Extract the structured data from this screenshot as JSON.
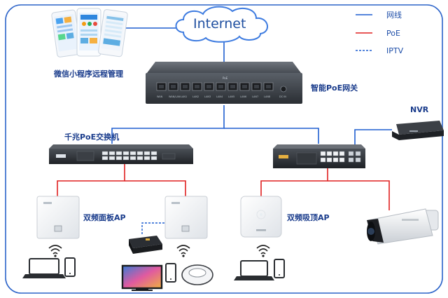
{
  "cloud": {
    "label": "Internet"
  },
  "legend": {
    "items": [
      {
        "label": "网线",
        "color": "#1f5fd0",
        "style": "solid"
      },
      {
        "label": "PoE",
        "color": "#e02020",
        "style": "solid"
      },
      {
        "label": "IPTV",
        "color": "#1f5fd0",
        "style": "dashed"
      }
    ]
  },
  "labels": {
    "miniprogram": "微信小程序远程管理",
    "gateway": "智能PoE网关",
    "switch": "千兆PoE交换机",
    "nvr": "NVR",
    "panel_ap": "双频面板AP",
    "ceiling_ap": "双频吸顶AP"
  },
  "gateway_ports": [
    "WAN",
    "WAN/LAN",
    "LAN1",
    "LAN2",
    "LAN3",
    "LAN4",
    "LAN5",
    "LAN6",
    "LAN7",
    "LAN8",
    "DC IN"
  ],
  "gateway_poe_text": "PoE",
  "colors": {
    "network": "#1f5fd0",
    "poe": "#e02020",
    "border": "#2b63c9"
  }
}
